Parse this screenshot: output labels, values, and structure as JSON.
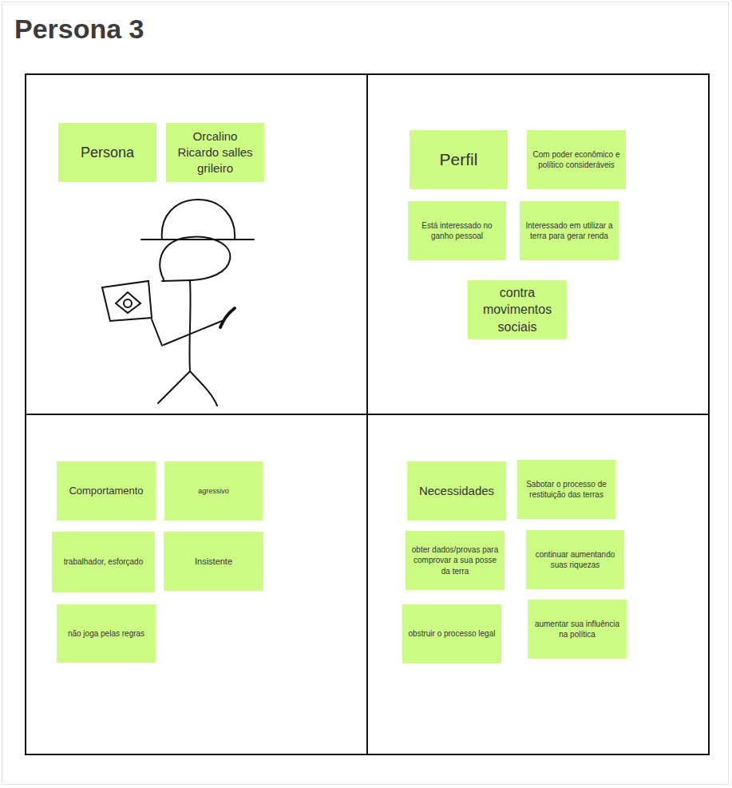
{
  "diagram": {
    "title": "Persona 3",
    "nodes": [
      {
        "text": [
          "Persona"
        ]
      },
      {
        "text": [
          "Orcalino Ricardo salles grileiro"
        ]
      },
      {
        "text": [
          "Perfil"
        ]
      },
      {
        "text": [
          "Com poder econômico e político consideráveis"
        ]
      },
      {
        "text": [
          "Está interessado no ganho pessoal"
        ]
      },
      {
        "text": [
          "Interessado em utilizar a terra para gerar renda"
        ]
      },
      {
        "text": [
          "contra movimentos sociais"
        ]
      },
      {
        "text": [
          "Comportamento"
        ]
      },
      {
        "text": [
          "agressivo"
        ]
      },
      {
        "text": [
          "trabalhador, esforçado"
        ]
      },
      {
        "text": [
          "Insistente"
        ]
      },
      {
        "text": [
          "não joga pelas regras"
        ]
      },
      {
        "text": [
          "Necessidades"
        ]
      },
      {
        "text": [
          "Sabotar o processo de restituição das terras"
        ]
      },
      {
        "text": [
          "obter dados/provas para comprovar a sua posse da terra"
        ]
      },
      {
        "text": [
          "continuar aumentando suas riquezas"
        ]
      },
      {
        "text": [
          "obstruir o processo legal"
        ]
      },
      {
        "text": [
          "aumentar sua influência na política"
        ]
      }
    ]
  }
}
